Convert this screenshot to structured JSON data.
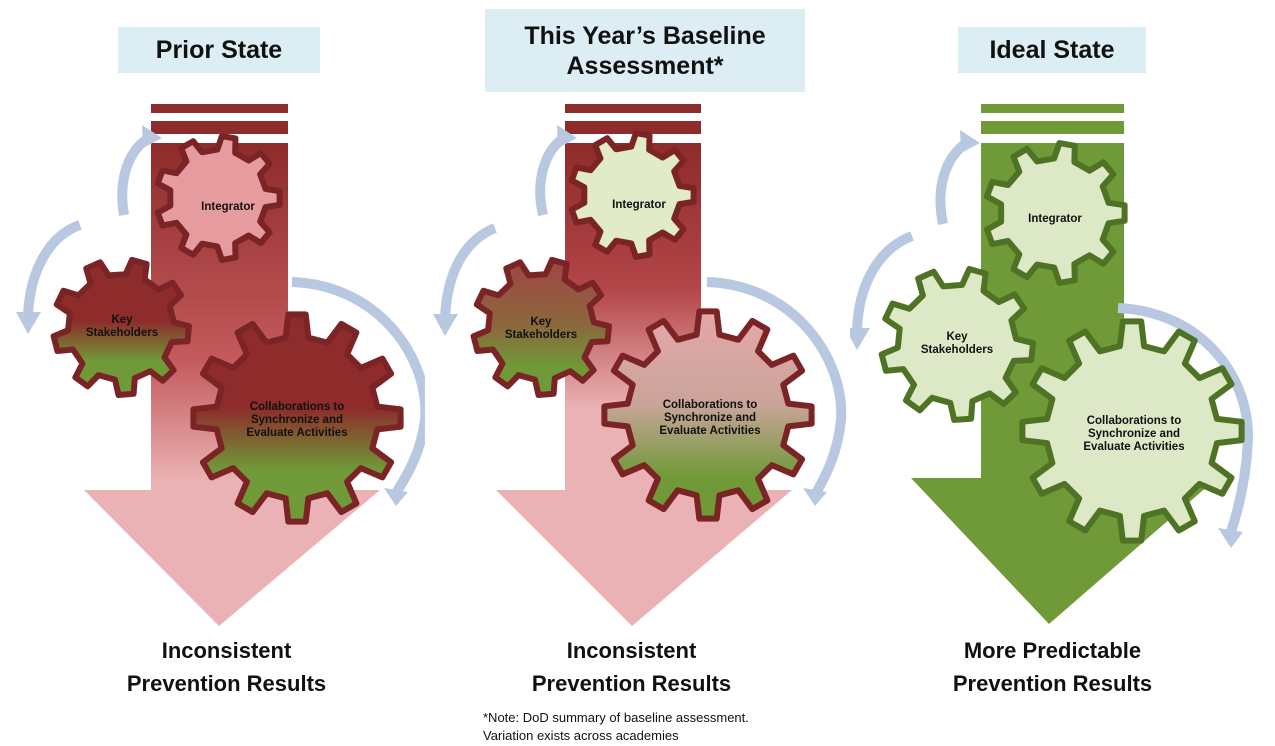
{
  "panels": [
    {
      "title": "Prior State",
      "result_line1": "Inconsistent",
      "result_line2": "Prevention Results",
      "gears": {
        "integrator": "Integrator",
        "stakeholders_line1": "Key",
        "stakeholders_line2": "Stakeholders",
        "collab_line1": "Collaborations to",
        "collab_line2": "Synchronize and",
        "collab_line3": "Evaluate Activities"
      }
    },
    {
      "title_line1": "This Year’s Baseline",
      "title_line2": "Assessment*",
      "result_line1": "Inconsistent",
      "result_line2": "Prevention Results",
      "gears": {
        "integrator": "Integrator",
        "stakeholders_line1": "Key",
        "stakeholders_line2": "Stakeholders",
        "collab_line1": "Collaborations to",
        "collab_line2": "Synchronize and",
        "collab_line3": "Evaluate Activities"
      }
    },
    {
      "title": "Ideal State",
      "result_line1": "More Predictable",
      "result_line2": "Prevention Results",
      "gears": {
        "integrator": "Integrator",
        "stakeholders_line1": "Key",
        "stakeholders_line2": "Stakeholders",
        "collab_line1": "Collaborations to",
        "collab_line2": "Synchronize and",
        "collab_line3": "Evaluate Activities"
      }
    }
  ],
  "note_line1": "*Note: DoD summary of baseline assessment.",
  "note_line2": "Variation exists across academies",
  "colors": {
    "title_bg": "#dceef3",
    "red_dark": "#8e2b2b",
    "red_light": "#eab2b4",
    "green_dark": "#5f8a2b",
    "green_fill": "#6f9a37",
    "green_light": "#dde9c6",
    "cycle_arrow": "#b7c8e0"
  }
}
